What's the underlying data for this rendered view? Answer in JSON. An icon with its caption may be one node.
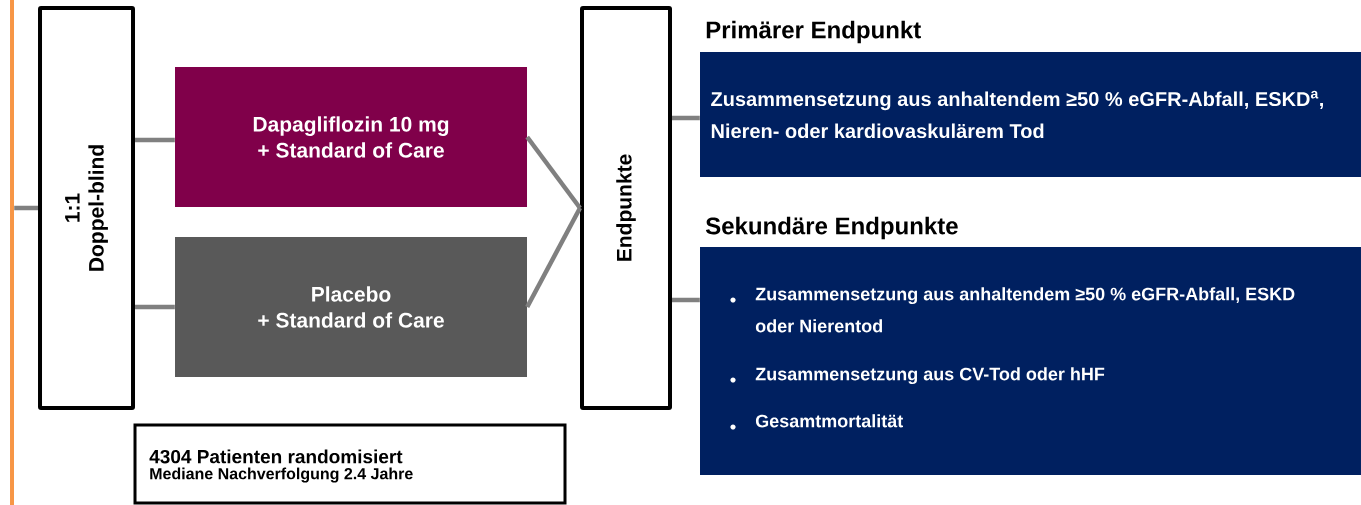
{
  "diagram": {
    "nodes": [
      {
        "text": [],
        "shape": "bar"
      },
      {
        "text": [
          "1:1",
          "Doppel-blind"
        ]
      },
      {
        "text": [
          "Dapagliflozin 10 mg",
          "+ Standard of Care"
        ]
      },
      {
        "text": [
          "Placebo",
          "+ Standard of Care"
        ]
      },
      {
        "text": [
          "Endpunkte"
        ]
      },
      {
        "text": [
          "Primärer Endpunkt",
          "Zusammensetzung aus anhaltendem ≥50 % eGFR-Abfall, ESKD$^{a}$, Nieren- oder kardiovaskulärem Tod"
        ]
      },
      {
        "text": [
          "Sekundäre Endpunkte",
          "Zusammensetzung aus anhaltendem ≥50 % eGFR-Abfall, ESKD oder Nierentod",
          "Zusammensetzung aus CV-Tod oder hHF",
          "Gesamtmortalität"
        ]
      },
      {
        "text": [
          "4304 Patienten randomisiert",
          "Mediane Nachverfolgung 2.4 Jahre"
        ]
      }
    ],
    "edges": [
      {
        "from": 0,
        "to": 1,
        "arrow": "none"
      },
      {
        "from": 1,
        "to": 2,
        "arrow": "none"
      },
      {
        "from": 1,
        "to": 3,
        "arrow": "none"
      },
      {
        "from": 2,
        "to": 4,
        "arrow": "none"
      },
      {
        "from": 3,
        "to": 4,
        "arrow": "none"
      },
      {
        "from": 4,
        "to": 5,
        "arrow": "none"
      },
      {
        "from": 4,
        "to": 6,
        "arrow": "none"
      }
    ]
  }
}
